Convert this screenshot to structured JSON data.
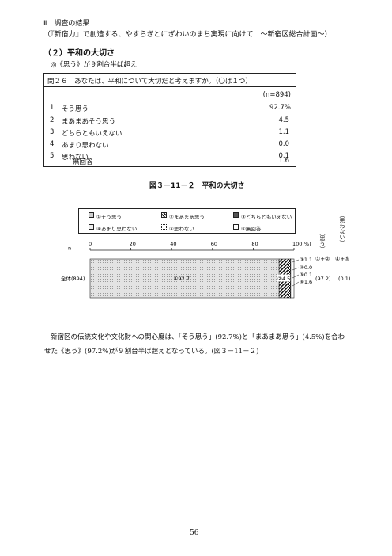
{
  "header": {
    "section": "Ⅱ　調査の結果",
    "subtitle": "（『新宿力』で創造する、やすらぎとにぎわいのまち実現に向けて　～新宿区総合計画～）"
  },
  "section": {
    "title": "（２）平和の大切さ",
    "summary": "◎《思う》が９割台半ば超え"
  },
  "question": {
    "text": "問２６　あなたは、平和について大切だと考えますか。（〇は１つ）",
    "n": "(n=894)",
    "options": [
      {
        "no": "1",
        "label": "そう思う",
        "value": "92.7%"
      },
      {
        "no": "2",
        "label": "まあまあそう思う",
        "value": "4.5"
      },
      {
        "no": "3",
        "label": "どちらともいえない",
        "value": "1.1"
      },
      {
        "no": "4",
        "label": "あまり思わない",
        "value": "0.0"
      },
      {
        "no": "5",
        "label": "思わない",
        "value": "0.1"
      },
      {
        "no": "",
        "label": "無回答",
        "value": "1.6"
      }
    ]
  },
  "figure": {
    "title": "図３－11－２　平和の大切さ"
  },
  "legend": {
    "items": [
      "①そう思う",
      "②まあまあ思う",
      "③どちらともいえない",
      "④あまり思わない",
      "⑤思わない",
      "⑥無回答"
    ]
  },
  "chart_data": {
    "type": "bar",
    "orientation": "horizontal-stacked",
    "xlim": [
      0,
      100
    ],
    "ticks": [
      "0",
      "20",
      "40",
      "60",
      "80",
      "100(%)"
    ],
    "n_label": "n",
    "categories": [
      "全体(894)"
    ],
    "series": [
      {
        "name": "①そう思う",
        "values": [
          92.7
        ],
        "label": "①92.7"
      },
      {
        "name": "②まあまあ思う",
        "values": [
          4.5
        ],
        "label": "②4.5"
      },
      {
        "name": "③どちらともいえない",
        "values": [
          1.1
        ],
        "label": "③1.1"
      },
      {
        "name": "④あまり思わない",
        "values": [
          0.0
        ],
        "label": "④0.0"
      },
      {
        "name": "⑤思わない",
        "values": [
          0.1
        ],
        "label": "⑤0.1"
      },
      {
        "name": "⑥無回答",
        "values": [
          1.6
        ],
        "label": "⑥1.6"
      }
    ],
    "summary_columns": [
      {
        "header": "（思う）",
        "sub": "①+②",
        "value": "(97.2)"
      },
      {
        "header": "（思わない）",
        "sub": "④+⑤",
        "value": "(0.1)"
      }
    ]
  },
  "body": {
    "line1": "新宿区の伝統文化や文化財への関心度は、「そう思う」(92.7%)と「まあまあ思う」(4.5%)を合わ",
    "line2": "せた《思う》(97.2%)が９割台半ば超えとなっている。(図３－11－２)"
  },
  "page_number": "56"
}
